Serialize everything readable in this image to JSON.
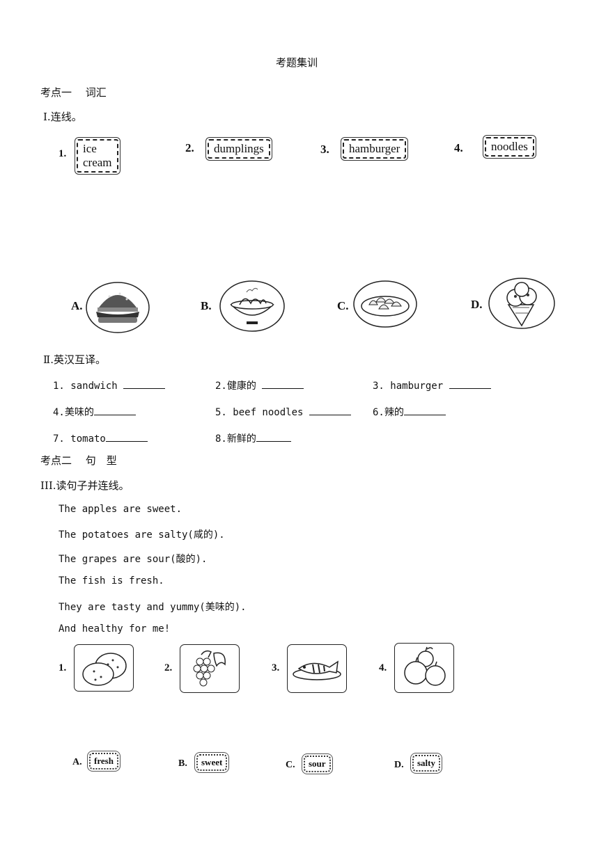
{
  "title": "考题集训",
  "section1": {
    "heading": "考点一　 词汇",
    "part1": {
      "label": "Ⅰ.连线。",
      "words": [
        {
          "num": "1.",
          "word": "ice cream"
        },
        {
          "num": "2.",
          "word": "dumplings"
        },
        {
          "num": "3.",
          "word": "hamburger"
        },
        {
          "num": "4.",
          "word": "noodles"
        }
      ],
      "pictures": [
        {
          "letter": "A.",
          "icon": "hamburger-icon"
        },
        {
          "letter": "B.",
          "icon": "noodles-bowl-icon"
        },
        {
          "letter": "C.",
          "icon": "dumplings-plate-icon"
        },
        {
          "letter": "D.",
          "icon": "ice-cream-icon"
        }
      ]
    },
    "part2": {
      "label": "Ⅱ.英汉互译。",
      "items": [
        {
          "text": "1. sandwich"
        },
        {
          "text": "2.健康的"
        },
        {
          "text": "3. hamburger"
        },
        {
          "text": "4.美味的"
        },
        {
          "text": "5. beef noodles"
        },
        {
          "text": "6.辣的"
        },
        {
          "text": "7. tomato"
        },
        {
          "text": "8.新鲜的"
        }
      ]
    }
  },
  "section2": {
    "heading": "考点二　 句　型",
    "part3": {
      "label": "III.读句子并连线。",
      "sentences": [
        "The apples are sweet.",
        "The potatoes are salty(咸的).",
        "The grapes are sour(酸的).",
        "The fish is fresh.",
        "They are tasty and yummy(美味的).",
        "And healthy for me!"
      ],
      "pictures": [
        {
          "num": "1.",
          "icon": "potatoes-icon"
        },
        {
          "num": "2.",
          "icon": "grapes-icon"
        },
        {
          "num": "3.",
          "icon": "fish-icon"
        },
        {
          "num": "4.",
          "icon": "apples-icon"
        }
      ],
      "words": [
        {
          "letter": "A.",
          "word": "fresh"
        },
        {
          "letter": "B.",
          "word": "sweet"
        },
        {
          "letter": "C.",
          "word": "sour"
        },
        {
          "letter": "D.",
          "word": "salty"
        }
      ]
    }
  }
}
